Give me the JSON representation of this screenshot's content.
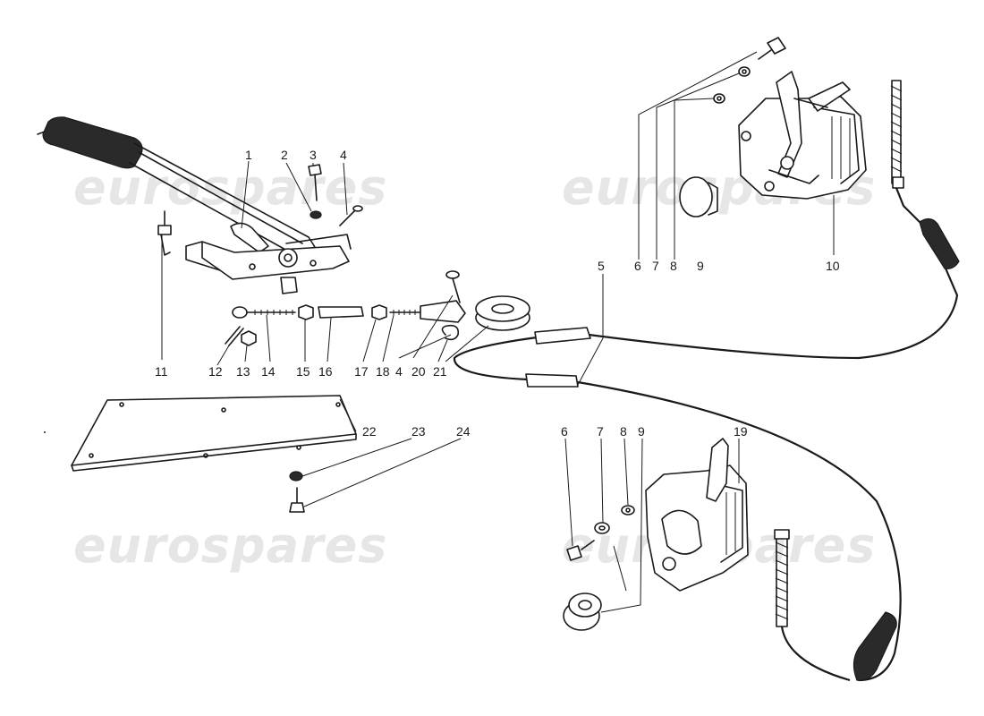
{
  "watermarks": [
    "eurospares",
    "eurospares",
    "eurospares",
    "eurospares"
  ],
  "callouts": [
    {
      "key": "c1",
      "text": "1"
    },
    {
      "key": "c2",
      "text": "2"
    },
    {
      "key": "c3",
      "text": "3"
    },
    {
      "key": "c4a",
      "text": "4"
    },
    {
      "key": "c11",
      "text": "11"
    },
    {
      "key": "c12",
      "text": "12"
    },
    {
      "key": "c13",
      "text": "13"
    },
    {
      "key": "c14",
      "text": "14"
    },
    {
      "key": "c15",
      "text": "15"
    },
    {
      "key": "c16",
      "text": "16"
    },
    {
      "key": "c17",
      "text": "17"
    },
    {
      "key": "c18",
      "text": "18"
    },
    {
      "key": "c4b",
      "text": "4"
    },
    {
      "key": "c20",
      "text": "20"
    },
    {
      "key": "c21",
      "text": "21"
    },
    {
      "key": "c5",
      "text": "5"
    },
    {
      "key": "c6a",
      "text": "6"
    },
    {
      "key": "c7a",
      "text": "7"
    },
    {
      "key": "c8a",
      "text": "8"
    },
    {
      "key": "c9a",
      "text": "9"
    },
    {
      "key": "c10",
      "text": "10"
    },
    {
      "key": "c22",
      "text": "22"
    },
    {
      "key": "c23",
      "text": "23"
    },
    {
      "key": "c24",
      "text": "24"
    },
    {
      "key": "c6b",
      "text": "6"
    },
    {
      "key": "c7b",
      "text": "7"
    },
    {
      "key": "c8b",
      "text": "8"
    },
    {
      "key": "c9b",
      "text": "9"
    },
    {
      "key": "c19",
      "text": "19"
    }
  ]
}
